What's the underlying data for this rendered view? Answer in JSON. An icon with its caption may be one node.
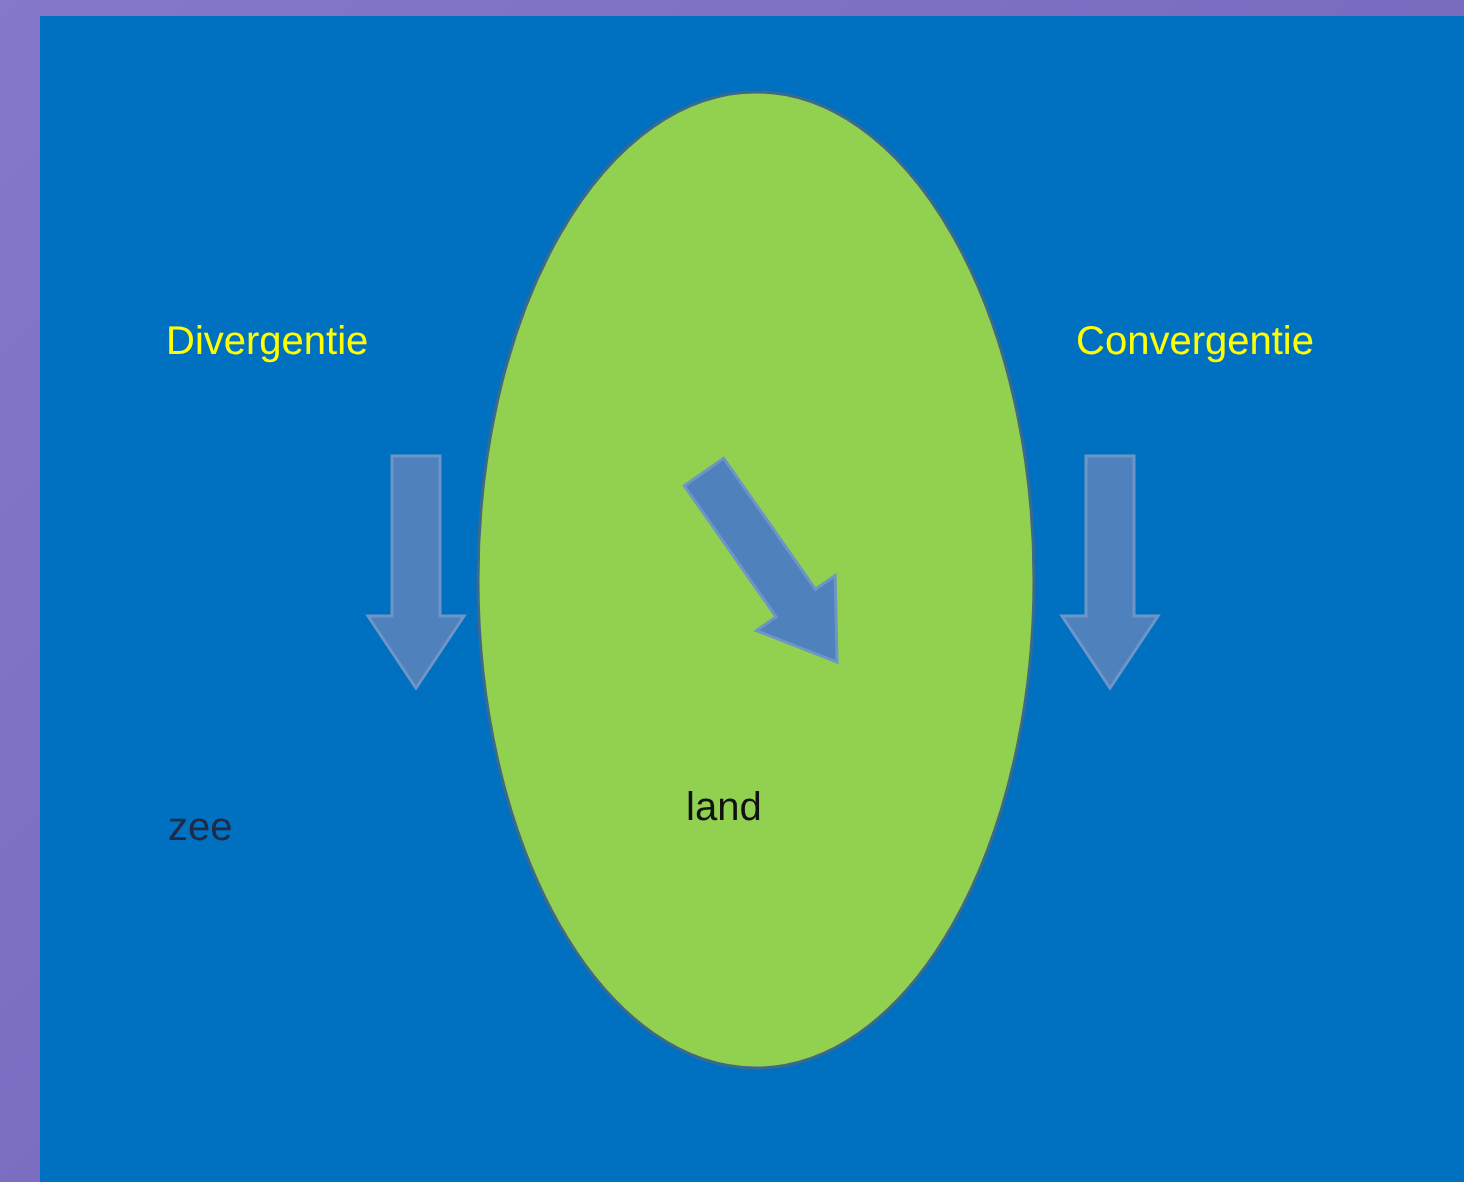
{
  "diagram": {
    "nodes": [
      {
        "text": [
          "zee"
        ]
      },
      {
        "text": [
          "land"
        ],
        "in": 0
      }
    ],
    "labels": [
      "Divergentie",
      "Convergentie"
    ]
  }
}
